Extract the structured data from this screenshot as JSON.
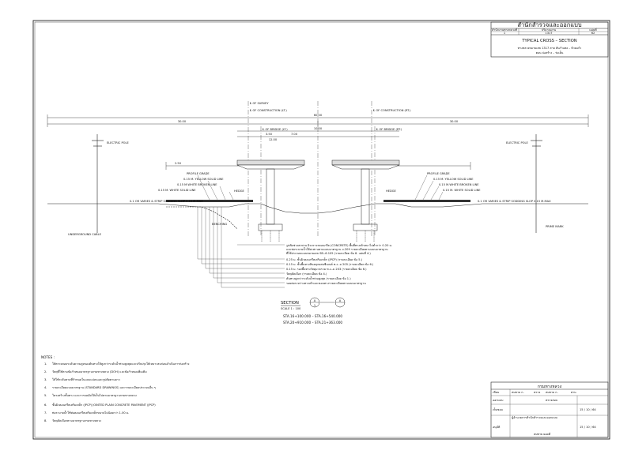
{
  "title_block": {
    "agency": "สำนักสำรวจและออกแบบ",
    "col_labels": [
      "สำนักงานทางหลวงที่",
      "ปริมาณงาน",
      "แผ่นที่"
    ],
    "col_values": [
      "1",
      "1317",
      "62"
    ],
    "drawing_title": "TYPICAL CROSS – SECTION",
    "project_line1": "ทางหลวงหมายเลข 1317 สาย สันกำแพง – ห้วยแก้ว",
    "project_line2": "ตอน บ่อสร้าง – ร่มเย็น"
  },
  "labels": {
    "survey": "℄ OF SURVEY",
    "construction_lt": "℄ OF CONSTRUCTION (LT.)",
    "construction_rt": "℄ OF CONSTRUCTION (RT.)",
    "bridge_lt": "℄ OF BRIDGE (LT.)",
    "bridge_rt": "℄ OF BRIDGE (RT.)",
    "electric_pole_left": "ELECTRIC POLE",
    "electric_pole_right": "ELECTRIC POLE",
    "underground_cable": "UNDERGROUND CABLE",
    "profile_grade_left": "PROFILE GRADE",
    "profile_grade_right": "PROFILE GRADE",
    "yellow_left": "0.15 M. YELLOW SOLID LINE",
    "yellow_right": "0.15 M. YELLOW SOLID LINE",
    "broken_left": "0.15 M.WHITE BROKEN LINE",
    "broken_right": "0.15 M.WHITE BROKEN LINE",
    "white_solid_left": "0.15 M. WHITE SOLID LINE",
    "white_solid_right": "0.15 M. WHITE SOLID LINE",
    "varies_left": "0.1 OR VARIES & STRIP SODDING SLOP 0.15 M.MAX",
    "varies_right": "0.1 OR VARIES & STRIP SODDING SLOP 0.15 M.MAX",
    "hedge_left": "HEDGE",
    "hedge_right": "HEDGE",
    "benching": "BENCHING",
    "prime_mark": "PRIME MARK",
    "dim_total": "60.00",
    "dim_left": "30.00",
    "dim_right": "30.00",
    "dim_center": "10.00",
    "dim_lane_a": "3.50",
    "dim_lane_b": "7.00",
    "dim_lane_c": "12.00",
    "dim_lane_d": "2.50"
  },
  "specs": [
    "รูปตัดช่วงสะพาน ผิวจราจรคอนกรีต (CONCRETE) พื้นที่ทางเท้าหนาไม่ต่ำกว่า 0.20 ม.",
    "และท่อระบายน้ำใต้สะพานตามแบบมาตรฐาน จ.209 รายละเอียดตามแบบมาตรฐาน",
    "ที่ใช้ประกอบแบบหมายเลข SB.-6.105 (รายละเอียด ข้อ 8. แผ่นที่ 4.)",
    "0.25 ม. ชั้นผิวคอนกรีตเสริมเหล็ก (JPCP) (รายละเอียด ข้อ 5.)",
    "0.15 ม. ชั้นพื้นทางหินคลุกผสมซีเมนต์ ท.ง.-ม 205 (รายละเอียด ข้อ 6.)",
    "0.15 ม. รองพื้นทางวัสดุมวลรวม ท.ง.-ม 203 (รายละเอียด ข้อ 6.)",
    "วัสดุคัดเลือก (รายละเอียด ข้อ 4.)",
    "คันทางสูงกว่าระดับน้ำท่วมสูงสุด (รายละเอียด ข้อ 1.)",
    "รอยต่อระหว่างทางเท้าและขอบทางรายละเอียดตามแบบมาตรฐาน"
  ],
  "section": {
    "label": "SECTION",
    "scale": "SCALE    1 : 100",
    "mark_a": "A",
    "mark_b": "A",
    "sheet_ref": "1",
    "sta_1": "STA.16+100.000 – STA.16+540.000",
    "sta_2": "STA.20+910.000 – STA.21+363.000"
  },
  "notes": {
    "heading": "NOTES :",
    "items": [
      "ให้ตรวจสอบระดับความสูงของคันทางให้สูงกว่าระดับน้ำท่วมสูงสุดและปรับปรุงให้เหมาะสมก่อนดำเนินการก่อสร้าง",
      "วัสดุที่ใช้ตามข้อกำหนดมาตรฐานกรมทางหลวง (DOH) และข้อกำหนดเพิ่มเติม",
      "ให้ใช้ระดับตามที่กำหนดในแบบแปลนและรูปตัดตามยาว",
      "รายละเอียดแบบมาตรฐาน (STANDARD DRAWINGS) และรายละเอียดประกอบอื่น ๆ",
      "โครงสร้างชั้นทาง และการบดอัดให้เป็นไปตามมาตรฐานกรมทางหลวง",
      "ชั้นผิวคอนกรีตเสริมเหล็ก (JPCP) JOINTED PLAIN CONCRETE PAVEMENT (JPCP)",
      "ท่อระบายน้ำใช้ท่อคอนกรีตเสริมเหล็กขนาดไม่น้อยกว่า 1.00 ม.",
      "วัสดุคัดเลือกตามมาตรฐานกรมทางหลวง"
    ]
  },
  "approval": {
    "department": "กรมทางหลวง",
    "rows": [
      [
        "เขียน",
        "สมชาย ก.",
        "ตรวจ",
        "สมชาย ก.",
        "ผ่าน",
        ""
      ],
      [
        "ออกแบบ",
        "",
        "ตรวจสอบ",
        "",
        "",
        ""
      ],
      [
        "เห็นชอบ",
        "",
        "",
        "",
        "",
        "15 / 10 / 64"
      ],
      [
        "",
        "ผู้อำนวยการสำนักสำรวจและออกแบบ",
        "",
        "",
        "",
        ""
      ],
      [
        "อนุมัติ",
        "",
        "",
        "",
        "",
        "15 / 10 / 64"
      ]
    ],
    "signer": "สมชาย ยอดดี"
  }
}
